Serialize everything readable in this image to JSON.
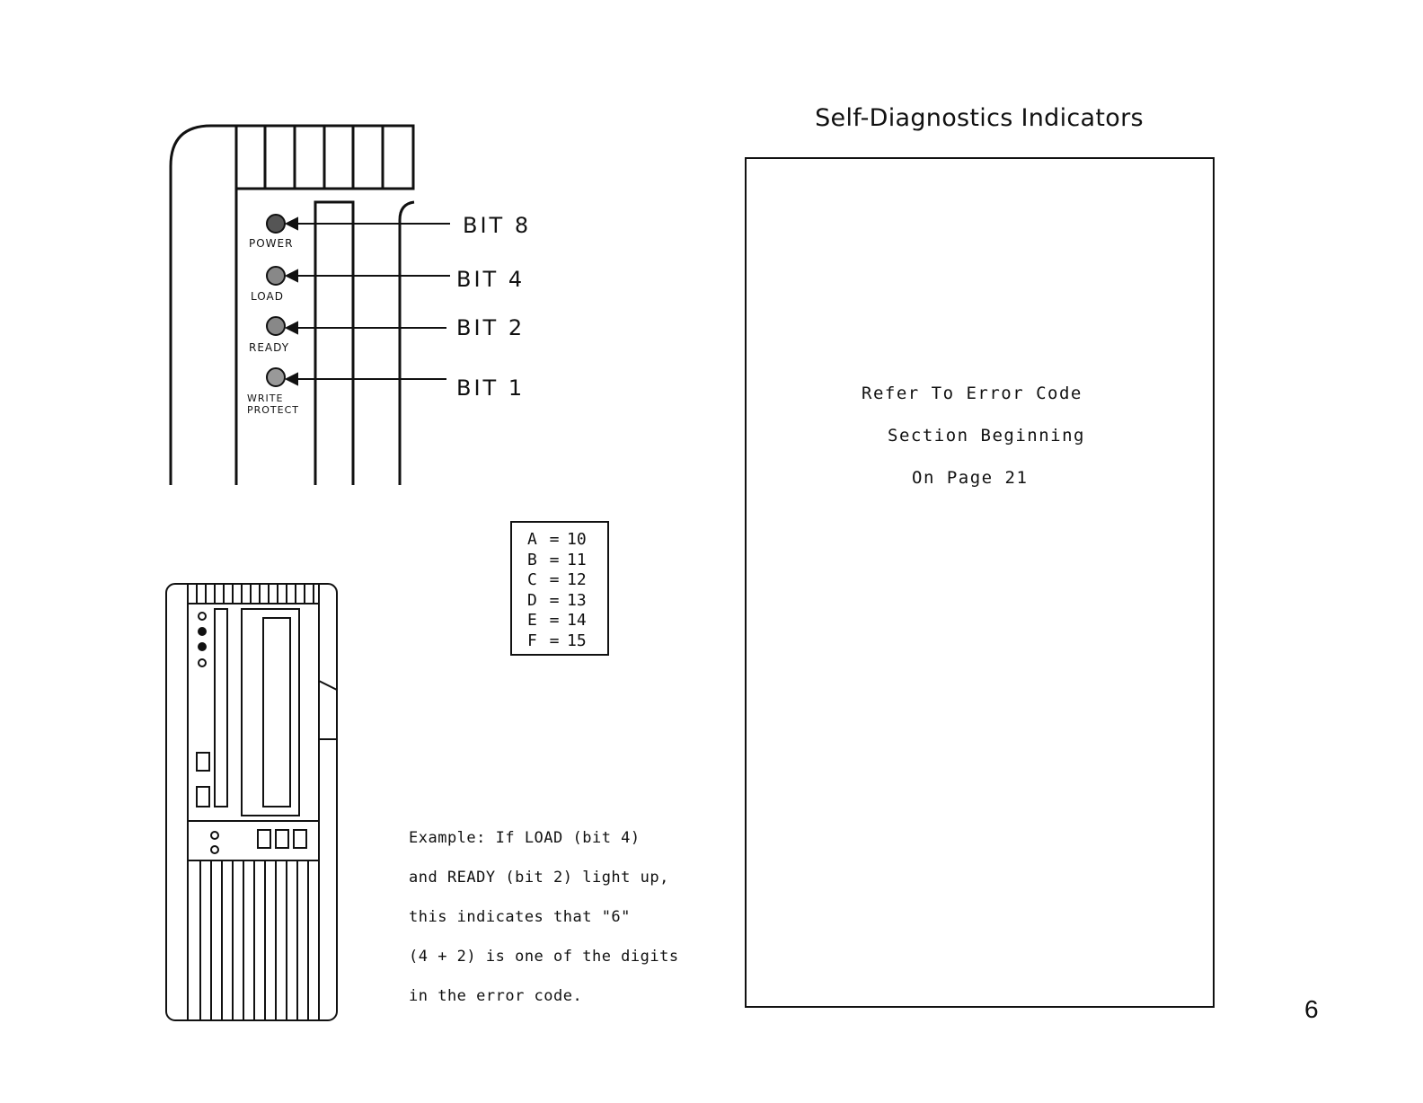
{
  "title": "Self-Diagnostics Indicators",
  "indicators": [
    {
      "light": "POWER",
      "bit": "BIT 8"
    },
    {
      "light": "LOAD",
      "bit": "BIT 4"
    },
    {
      "light": "READY",
      "bit": "BIT 2"
    },
    {
      "light": "WRITE PROTECT",
      "bit": "BIT 1"
    }
  ],
  "hex_table": [
    {
      "letter": "A",
      "eq": "=",
      "value": "10"
    },
    {
      "letter": "B",
      "eq": "=",
      "value": "11"
    },
    {
      "letter": "C",
      "eq": "=",
      "value": "12"
    },
    {
      "letter": "D",
      "eq": "=",
      "value": "13"
    },
    {
      "letter": "E",
      "eq": "=",
      "value": "14"
    },
    {
      "letter": "F",
      "eq": "=",
      "value": "15"
    }
  ],
  "example_lines": [
    "Example:  If LOAD (bit 4)",
    "and READY (bit 2) light up,",
    "this indicates that \"6\"",
    "(4 + 2) is one of the digits",
    "in the error code."
  ],
  "reference_lines": [
    "Refer To Error Code",
    "Section Beginning",
    "On Page 21"
  ],
  "page_number": "6",
  "colors": {
    "ink": "#111111",
    "paper": "#ffffff"
  }
}
